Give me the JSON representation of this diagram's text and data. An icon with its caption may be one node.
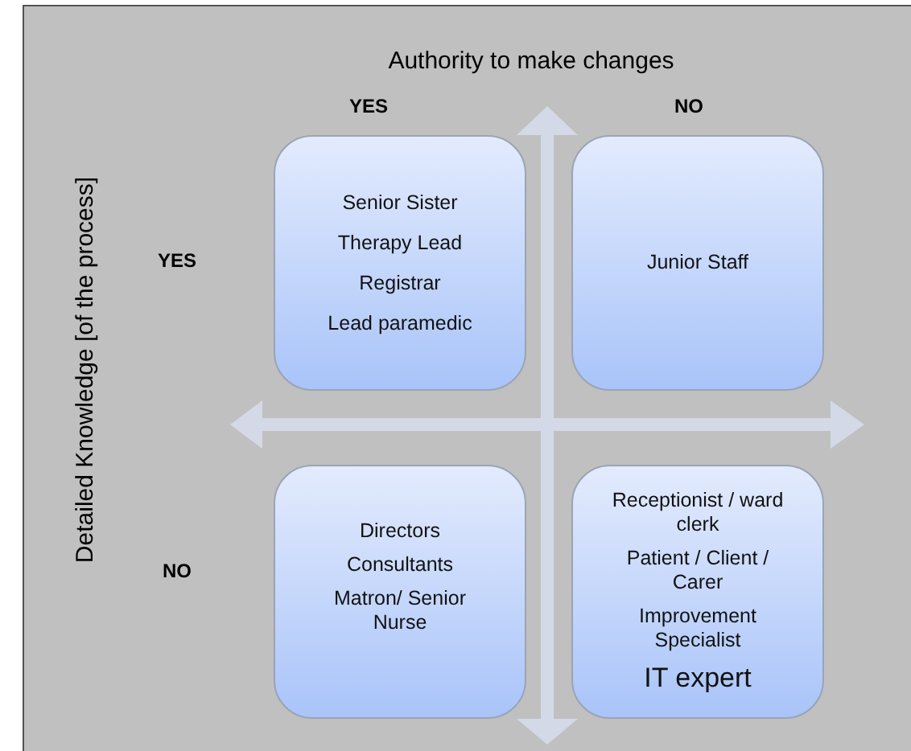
{
  "diagram": {
    "nodes": [
      {
        "text": [
          "Senior Sister",
          "Therapy Lead",
          "Registrar",
          "Lead paramedic"
        ]
      },
      {
        "text": [
          "Junior Staff"
        ]
      },
      {
        "text": [
          "Directors",
          "Consultants",
          "Matron/ Senior Nurse"
        ]
      },
      {
        "text": [
          "Receptionist / ward clerk",
          "Patient / Client / Carer",
          "Improvement Specialist",
          "IT expert"
        ]
      }
    ],
    "edges": [],
    "labels": [
      "Authority to make changes",
      "YES",
      "NO",
      "Detailed Knowledge [of the process]",
      "YES",
      "NO"
    ]
  }
}
